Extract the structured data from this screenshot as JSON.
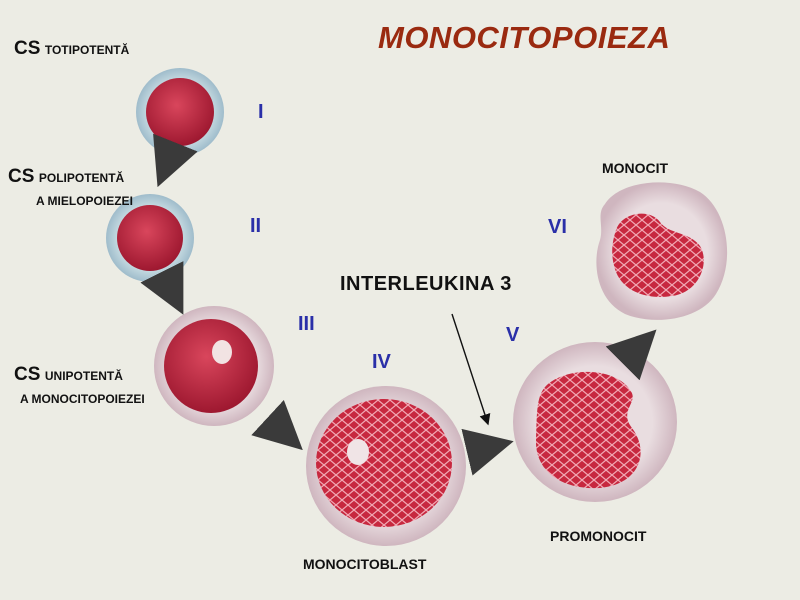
{
  "title": "MONOCITOPOIEZA",
  "stages": [
    {
      "roman": "I",
      "label_main": "CS",
      "label_rest": "TOTIPOTENTĂ",
      "label_line2": ""
    },
    {
      "roman": "II",
      "label_main": "CS",
      "label_rest": "POLIPOTENTĂ",
      "label_line2": "A MIELOPOIEZEI"
    },
    {
      "roman": "III",
      "label_main": "CS",
      "label_rest": "UNIPOTENTĂ",
      "label_line2": "A MONOCITOPOIEZEI"
    },
    {
      "roman": "IV",
      "label": "MONOCITOBLAST"
    },
    {
      "roman": "V",
      "label": "PROMONOCIT"
    },
    {
      "roman": "VI",
      "label": "MONOCIT"
    }
  ],
  "annotation": "INTERLEUKINA 3",
  "colors": {
    "title": "#9a2a10",
    "roman": "#2a2fa8",
    "nucleus": "#b8203a",
    "cytoplasm_halo": "#b9d3dc",
    "arrow": "#3a3a3a"
  }
}
